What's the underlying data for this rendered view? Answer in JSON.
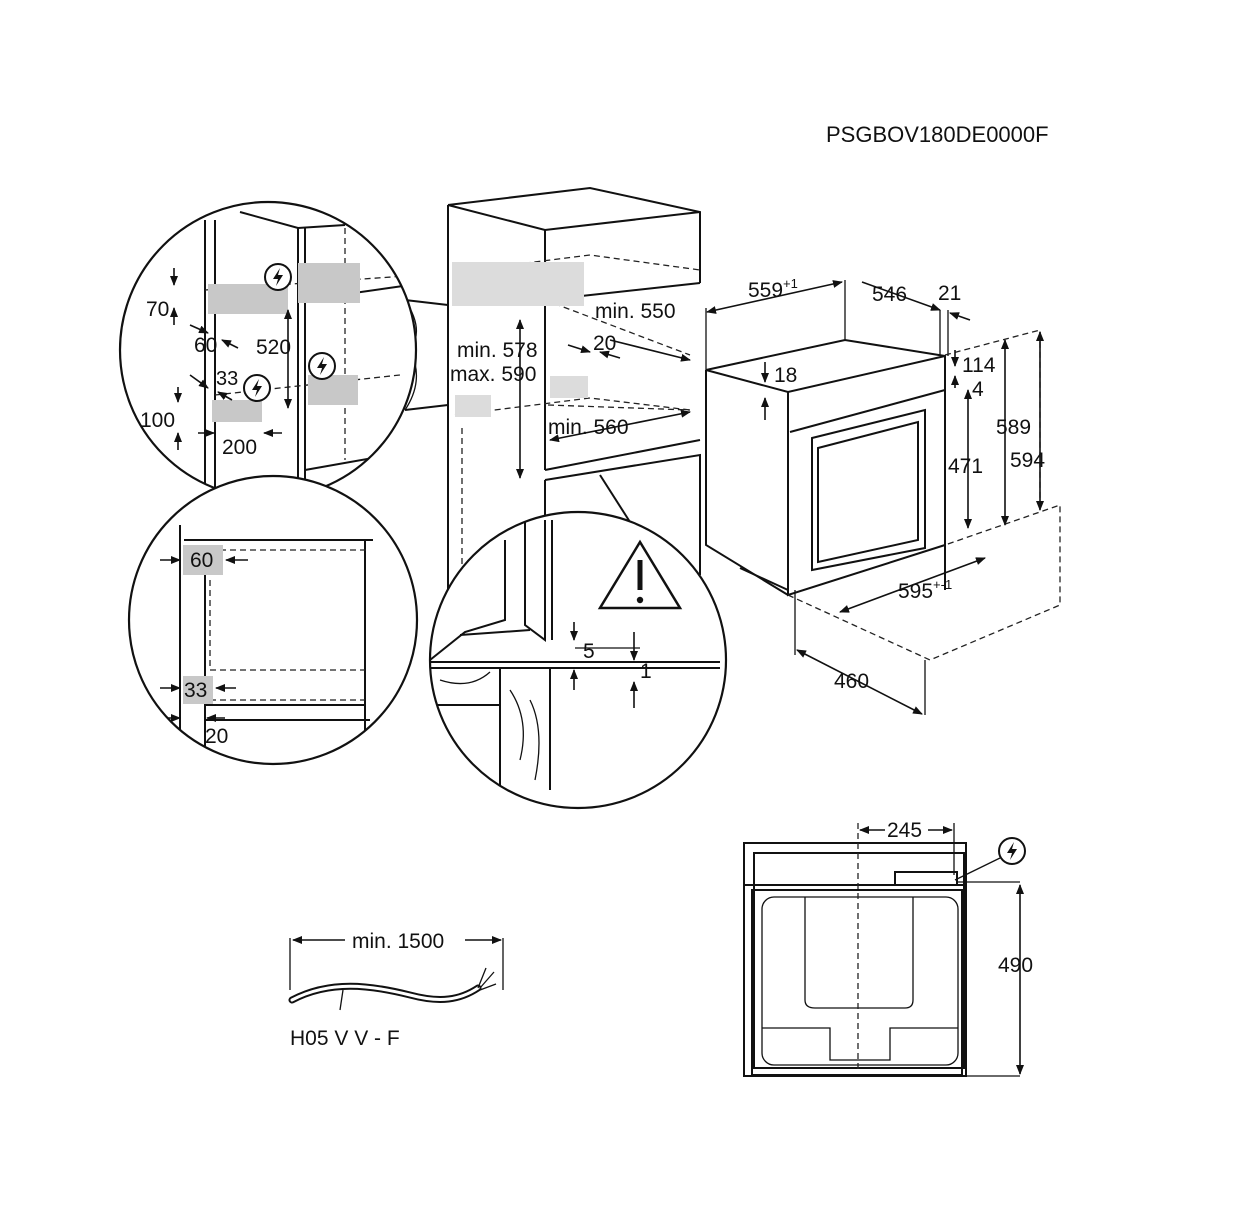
{
  "product_code": "PSGBOV180DE0000F",
  "niche": {
    "min_578": "min. 578",
    "max_590": "max. 590",
    "min_550": "min. 550",
    "d20": "20",
    "min_560": "min. 560"
  },
  "zoom_top": {
    "d70": "70",
    "d60": "60",
    "d520": "520",
    "d33": "33",
    "d100": "100",
    "d200": "200"
  },
  "zoom_side": {
    "d60": "60",
    "d33": "33",
    "d20": "20"
  },
  "zoom_detail": {
    "d5": "5",
    "d1": "1"
  },
  "oven": {
    "w559": "559",
    "w559_sup": "+1",
    "d546": "546",
    "d21": "21",
    "d18": "18",
    "h114": "114",
    "h4": "4",
    "h471": "471",
    "h589": "589",
    "h594": "594",
    "w595": "595",
    "w595_sup": "+-1",
    "d460": "460"
  },
  "cable": {
    "length": "min. 1500",
    "type": "H05 V V - F"
  },
  "front": {
    "w245": "245",
    "h490": "490"
  },
  "icons": [
    "electric-connection-icon",
    "warning-triangle-icon"
  ]
}
